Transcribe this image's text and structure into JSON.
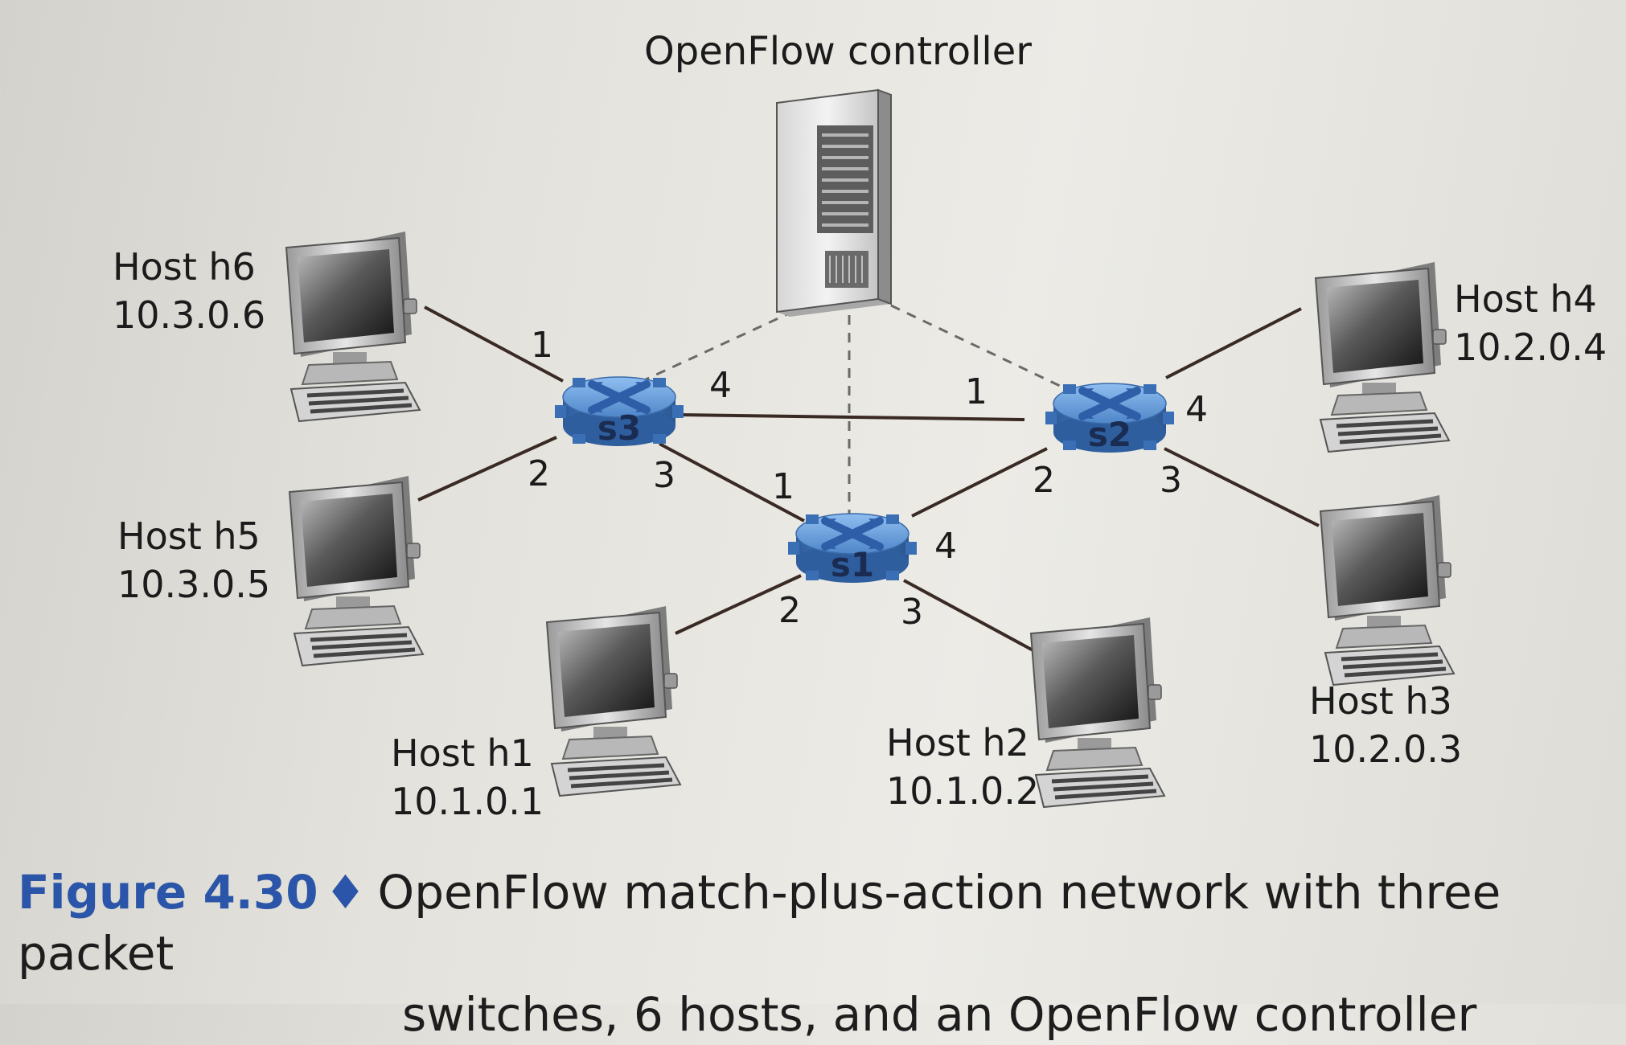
{
  "controller": {
    "label": "OpenFlow controller"
  },
  "switches": [
    {
      "id": "s1",
      "label": "s1"
    },
    {
      "id": "s2",
      "label": "s2"
    },
    {
      "id": "s3",
      "label": "s3"
    }
  ],
  "hosts": [
    {
      "id": "h1",
      "name": "Host h1",
      "ip": "10.1.0.1"
    },
    {
      "id": "h2",
      "name": "Host h2",
      "ip": "10.1.0.2"
    },
    {
      "id": "h3",
      "name": "Host h3",
      "ip": "10.2.0.3"
    },
    {
      "id": "h4",
      "name": "Host h4",
      "ip": "10.2.0.4"
    },
    {
      "id": "h5",
      "name": "Host h5",
      "ip": "10.3.0.5"
    },
    {
      "id": "h6",
      "name": "Host h6",
      "ip": "10.3.0.6"
    }
  ],
  "ports": {
    "s3": {
      "p1": "1",
      "p2": "2",
      "p3": "3",
      "p4": "4"
    },
    "s2": {
      "p1": "1",
      "p2": "2",
      "p3": "3",
      "p4": "4"
    },
    "s1": {
      "p1": "1",
      "p2": "2",
      "p3": "3",
      "p4": "4"
    }
  },
  "caption": {
    "figure_label": "Figure 4.30",
    "separator": "♦",
    "line1": "OpenFlow match-plus-action network with three packet",
    "line2": "switches, 6 hosts, and an OpenFlow controller"
  },
  "colors": {
    "switch": "#4f86c9",
    "caption_accent": "#2b55a8",
    "link": "#3a2a24"
  }
}
